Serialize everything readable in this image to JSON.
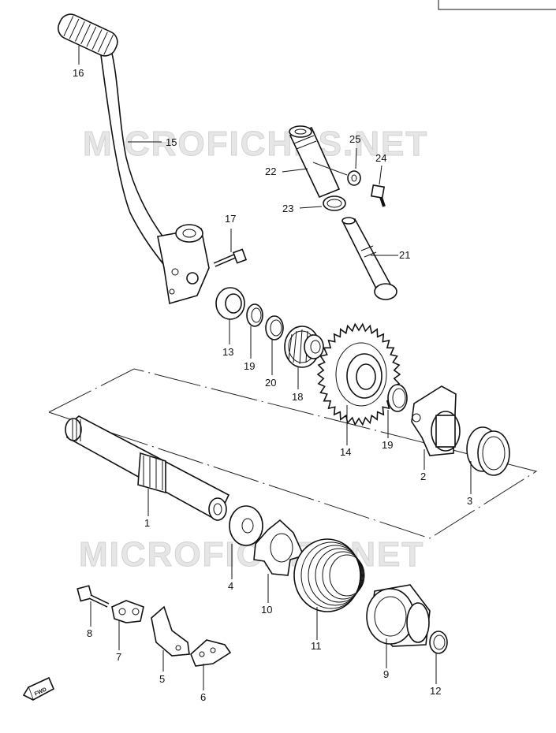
{
  "watermarks": [
    "MICROFICHES.NET",
    "MICROFICHES.NET"
  ],
  "fwd_label": "FWD",
  "callouts": [
    "1",
    "2",
    "3",
    "4",
    "5",
    "6",
    "7",
    "8",
    "9",
    "10",
    "11",
    "12",
    "13",
    "14",
    "15",
    "16",
    "17",
    "18",
    "19",
    "19",
    "20",
    "21",
    "22",
    "23",
    "24",
    "25"
  ]
}
